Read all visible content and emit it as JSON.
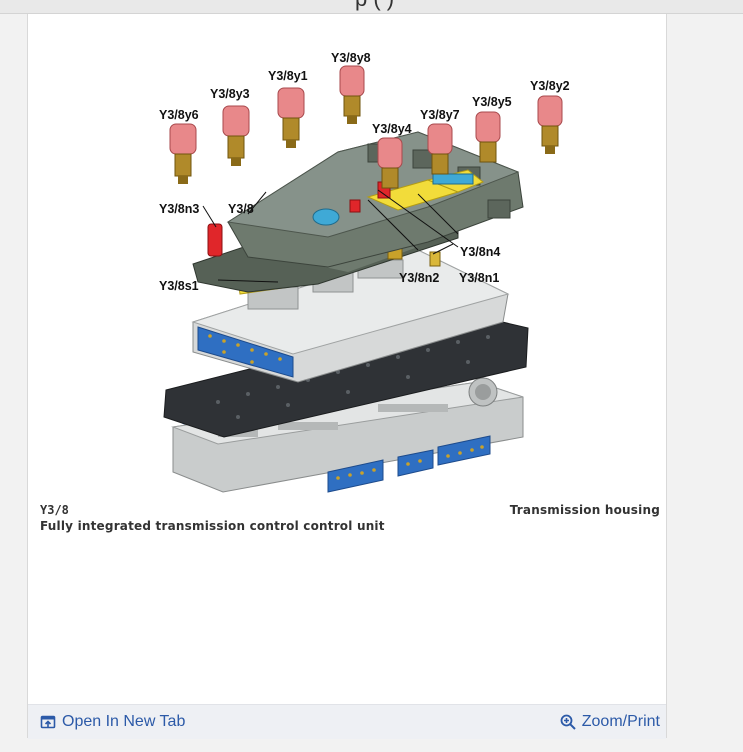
{
  "window": {
    "title_fragment": "p (          )"
  },
  "figure": {
    "labels": {
      "y3_8y8": "Y3/8y8",
      "y3_8y1": "Y3/8y1",
      "y3_8y3": "Y3/8y3",
      "y3_8y2": "Y3/8y2",
      "y3_8y6": "Y3/8y6",
      "y3_8y5": "Y3/8y5",
      "y3_8y7": "Y3/8y7",
      "y3_8y4": "Y3/8y4",
      "y3_8n3": "Y3/8n3",
      "y3_8": "Y3/8",
      "y3_8n4": "Y3/8n4",
      "y3_8n2": "Y3/8n2",
      "y3_8n1": "Y3/8n1",
      "y3_8s1": "Y3/8s1"
    },
    "colors": {
      "solenoid_body": "#e8888a",
      "solenoid_brass": "#b08a2a",
      "housing_gray": "#6e7a6e",
      "valve_body": "#d7d9d9",
      "connector_blue": "#2f6fc2",
      "plate_dark": "#2f3236",
      "sensor_yellow": "#f2dc3a",
      "sensor_red": "#e0262a",
      "sensor_cyan": "#3fa9d6"
    }
  },
  "caption": {
    "code": "Y3/8",
    "description": "Fully integrated transmission control control unit",
    "location": "Transmission housing"
  },
  "footer": {
    "open_tab_label": "Open In New Tab",
    "zoom_label": "Zoom/Print",
    "link_color": "#2c5aa8"
  }
}
